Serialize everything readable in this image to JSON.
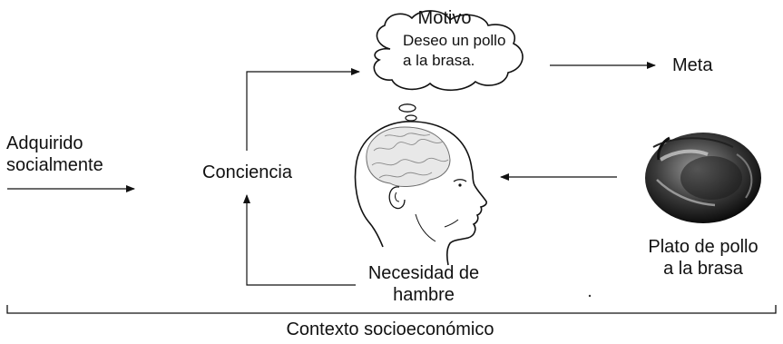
{
  "diagram": {
    "motivo_label": "Motivo",
    "cloud_lines": [
      "Deseo un pollo",
      "a la brasa."
    ],
    "meta_label": "Meta",
    "adquirido_lines": [
      "Adquirido",
      "socialmente"
    ],
    "conciencia_label": "Conciencia",
    "necesidad_lines": [
      "Necesidad de",
      "hambre"
    ],
    "plato_lines": [
      "Plato de pollo",
      "a la brasa"
    ],
    "contexto_label": "Contexto socioeconómico"
  },
  "icons": {
    "head": "head-with-brain-icon",
    "dish": "roast-chicken-dish-icon"
  }
}
